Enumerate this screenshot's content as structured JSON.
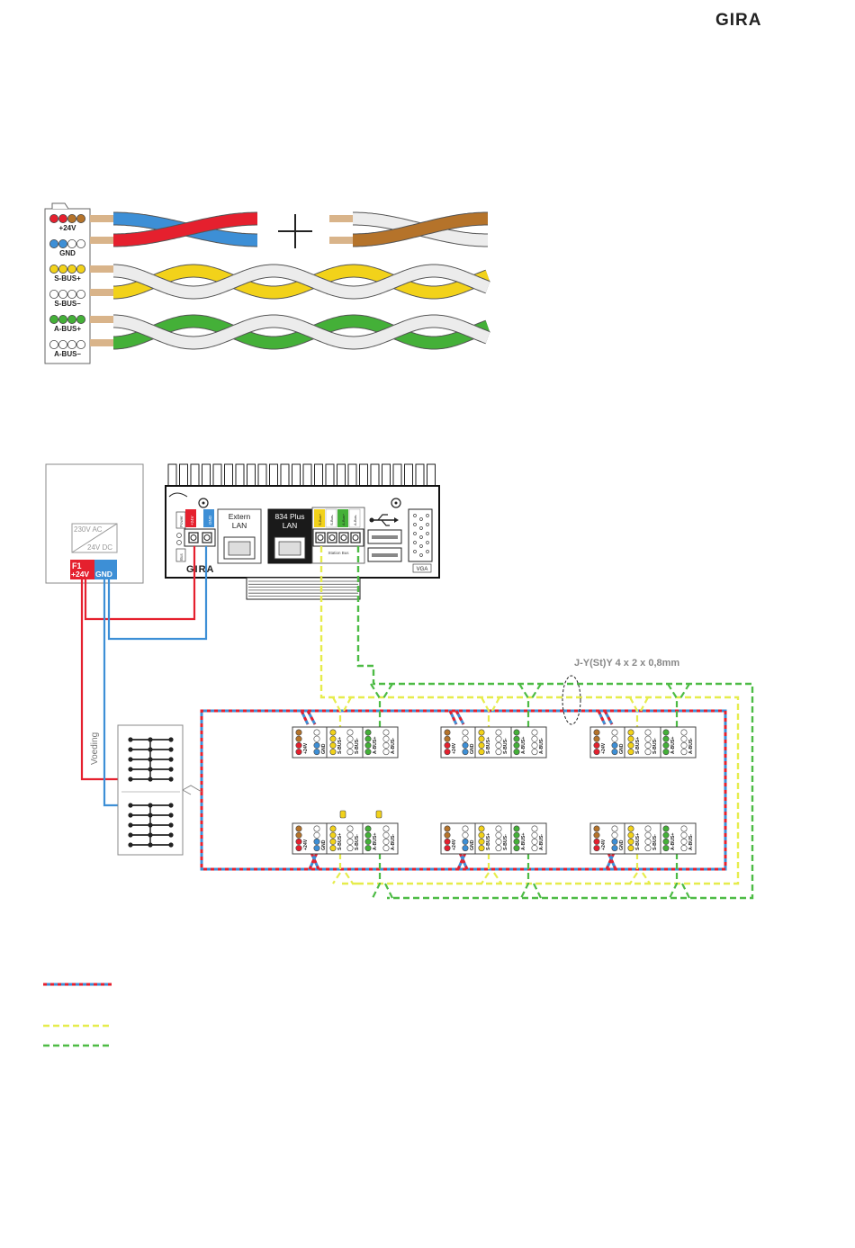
{
  "brand": "GIRA",
  "colors": {
    "red": "#e5202e",
    "blue": "#3d8fd6",
    "brown": "#b5732a",
    "white": "#ececec",
    "yellow": "#f2d21a",
    "green": "#44b038",
    "dash_yellow": "#e6ec4c",
    "dash_green": "#4dbb45",
    "gray": "#888888",
    "copper": "#d9b48a"
  },
  "connector": {
    "labels": [
      "+24V",
      "GND",
      "S-BUS+",
      "S-BUS–",
      "A-BUS+",
      "A-BUS–"
    ]
  },
  "power_supply": {
    "ac_label": "230V AC",
    "dc_label": "24V DC",
    "fuse_label": "F1",
    "plus_label": "+24V",
    "gnd_label": "GND"
  },
  "server": {
    "brand": "GIRA",
    "power_label": "Power",
    "bus_label": "Bus",
    "plus_label": "+24V",
    "gnd_label": "GND",
    "extern_lan_line1": "Extern",
    "extern_lan_line2": "LAN",
    "plus_lan_line1": "834 Plus",
    "plus_lan_line2": "LAN",
    "station_bus_label": "Station Bus",
    "sbus_plus": "S-Bus+",
    "sbus_minus": "S-Bus-",
    "abus_plus": "A-Bus+",
    "abus_minus": "A-Bus-",
    "vga_label": "VGA"
  },
  "cable_label": "J-Y(St)Y 4 x 2 x 0,8mm",
  "voeding_label": "Voeding",
  "station_labels": [
    "+24V",
    "GND",
    "S-BUS+",
    "S-BUS-",
    "A-BUS+",
    "A-BUS-"
  ]
}
